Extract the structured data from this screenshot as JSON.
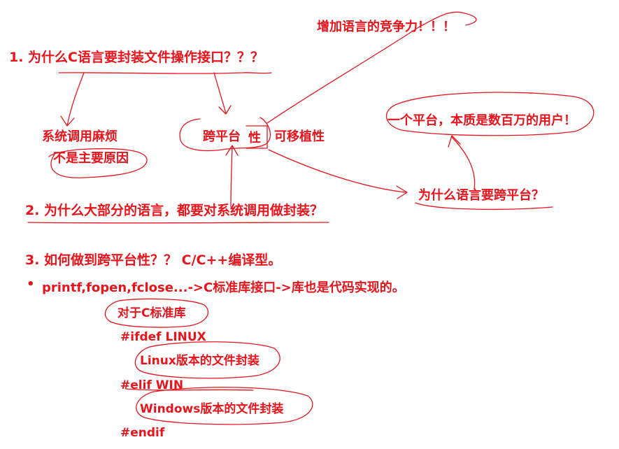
{
  "colors": {
    "ink": "#e8141c",
    "background": "#ffffff"
  },
  "notes": {
    "q1": "1. 为什么C语言要封装文件操作接口？？？",
    "syscall_trouble": "系统调用麻烦",
    "not_main_reason": "不是主要原因",
    "cross_platform": "跨平台",
    "xing": "性",
    "portability": "可移植性",
    "competitiveness": "增加语言的竞争力！！！",
    "platform_users": "一个平台，本质是数百万的用户！",
    "why_cross_platform": "为什么语言要跨平台？",
    "q2": "2. 为什么大部分的语言，都要对系统调用做封装？",
    "q3": "3. 如何做到跨平台性？？ C/C++编译型。",
    "bullet": "•",
    "stdlib_line": "printf,fopen,fclose...->C标准库接口->库也是代码实现的。",
    "for_c_stdlib": "对于C标准库",
    "ifdef_linux": "#ifdef LINUX",
    "linux_wrapper": "Linux版本的文件封装",
    "elif_win": "#elif WIN",
    "windows_wrapper": "Windows版本的文件封装",
    "endif": "#endif"
  }
}
